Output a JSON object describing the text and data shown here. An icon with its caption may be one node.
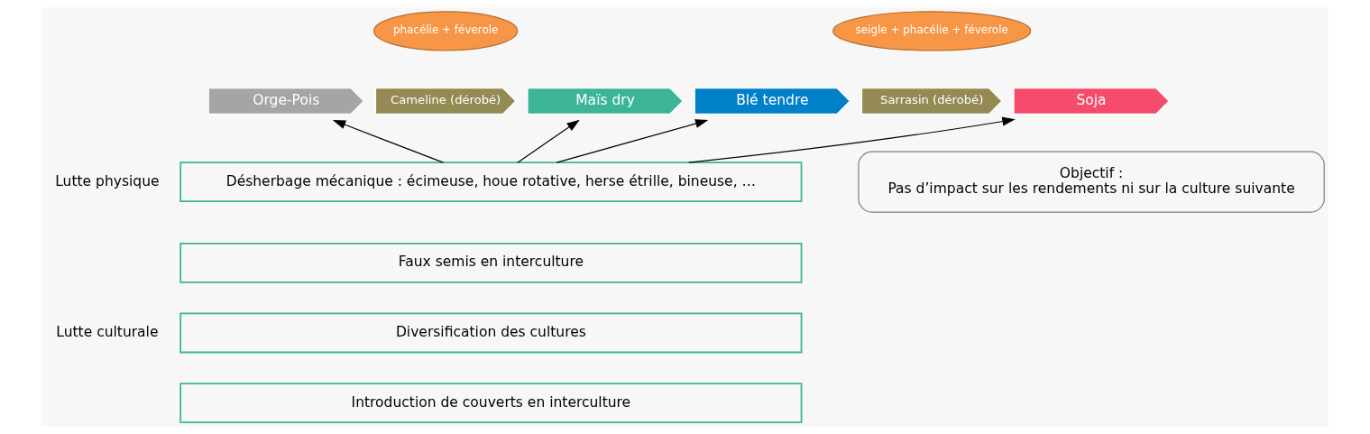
{
  "diagram": {
    "nodes": [
      {
        "text": [
          "phacélie + féverole"
        ]
      },
      {
        "text": [
          "seigle + phacélie + féverole"
        ]
      },
      {
        "text": [
          "Orge-Pois"
        ]
      },
      {
        "text": [
          "Cameline (dérobé)"
        ]
      },
      {
        "text": [
          "Maïs dry"
        ]
      },
      {
        "text": [
          "Blé tendre"
        ]
      },
      {
        "text": [
          "Sarrasin (dérobé)"
        ]
      },
      {
        "text": [
          "Soja"
        ]
      },
      {
        "text": [
          "Désherbage mécanique : écimeuse, houe rotative, herse étrille, bineuse, …"
        ]
      },
      {
        "text": [
          "Faux semis en interculture"
        ]
      },
      {
        "text": [
          "Diversification des cultures"
        ]
      },
      {
        "text": [
          "Introduction de couverts en interculture"
        ]
      },
      {
        "text": [
          "Objectif :",
          "Pas d’impact sur les rendements ni sur la culture suivante"
        ]
      }
    ],
    "edges": [
      {
        "from": 8,
        "to": 2,
        "arrow": "to"
      },
      {
        "from": 8,
        "to": 4,
        "arrow": "to"
      },
      {
        "from": 8,
        "to": 5,
        "arrow": "to"
      },
      {
        "from": 8,
        "to": 7,
        "arrow": "to"
      }
    ],
    "labels": [
      "Lutte physique",
      "Lutte culturale"
    ]
  }
}
